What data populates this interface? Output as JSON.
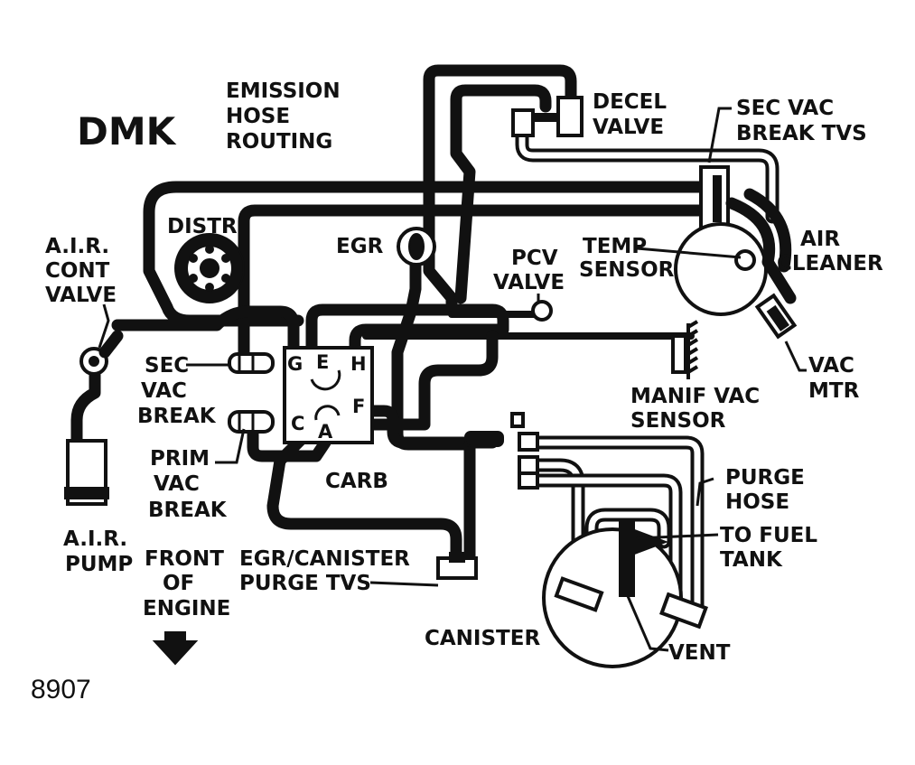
{
  "figure_id": "8907",
  "model_code": "DMK",
  "title_lines": [
    "EMISSION",
    "HOSE",
    "ROUTING"
  ],
  "labels": {
    "decel_valve": [
      "DECEL",
      "VALVE"
    ],
    "sec_vac_break_tvs": [
      "SEC VAC",
      "BREAK TVS"
    ],
    "distr": "DISTR",
    "egr": "EGR",
    "pcv_valve": [
      "PCV",
      "VALVE"
    ],
    "temp_sensor": [
      "TEMP",
      "SENSOR"
    ],
    "air_cleaner": [
      "AIR",
      "CLEANER"
    ],
    "air_cont_valve": [
      "A.I.R.",
      "CONT",
      "VALVE"
    ],
    "sec_vac_break": [
      "SEC",
      "VAC",
      "BREAK"
    ],
    "prim_vac_break": [
      "PRIM",
      "VAC",
      "BREAK"
    ],
    "vac_mtr": [
      "VAC",
      "MTR"
    ],
    "manif_vac_sensor": [
      "MANIF VAC",
      "SENSOR"
    ],
    "carb": "CARB",
    "purge_hose": [
      "PURGE",
      "HOSE"
    ],
    "to_fuel_tank": [
      "TO FUEL",
      "TANK"
    ],
    "air_pump": [
      "A.I.R.",
      "PUMP"
    ],
    "front_of_engine": [
      "FRONT",
      "OF",
      "ENGINE"
    ],
    "egr_canister_purge_tvs": [
      "EGR/CANISTER",
      "PURGE TVS"
    ],
    "canister": "CANISTER",
    "vent": "VENT"
  },
  "carb_ports": {
    "g": "G",
    "e": "E",
    "h": "H",
    "f": "F",
    "c": "C",
    "a": "A"
  },
  "icons": {
    "front_arrow": "down-arrow-icon",
    "distributor": "distributor-cap-icon",
    "egr_valve": "egr-valve-icon"
  }
}
